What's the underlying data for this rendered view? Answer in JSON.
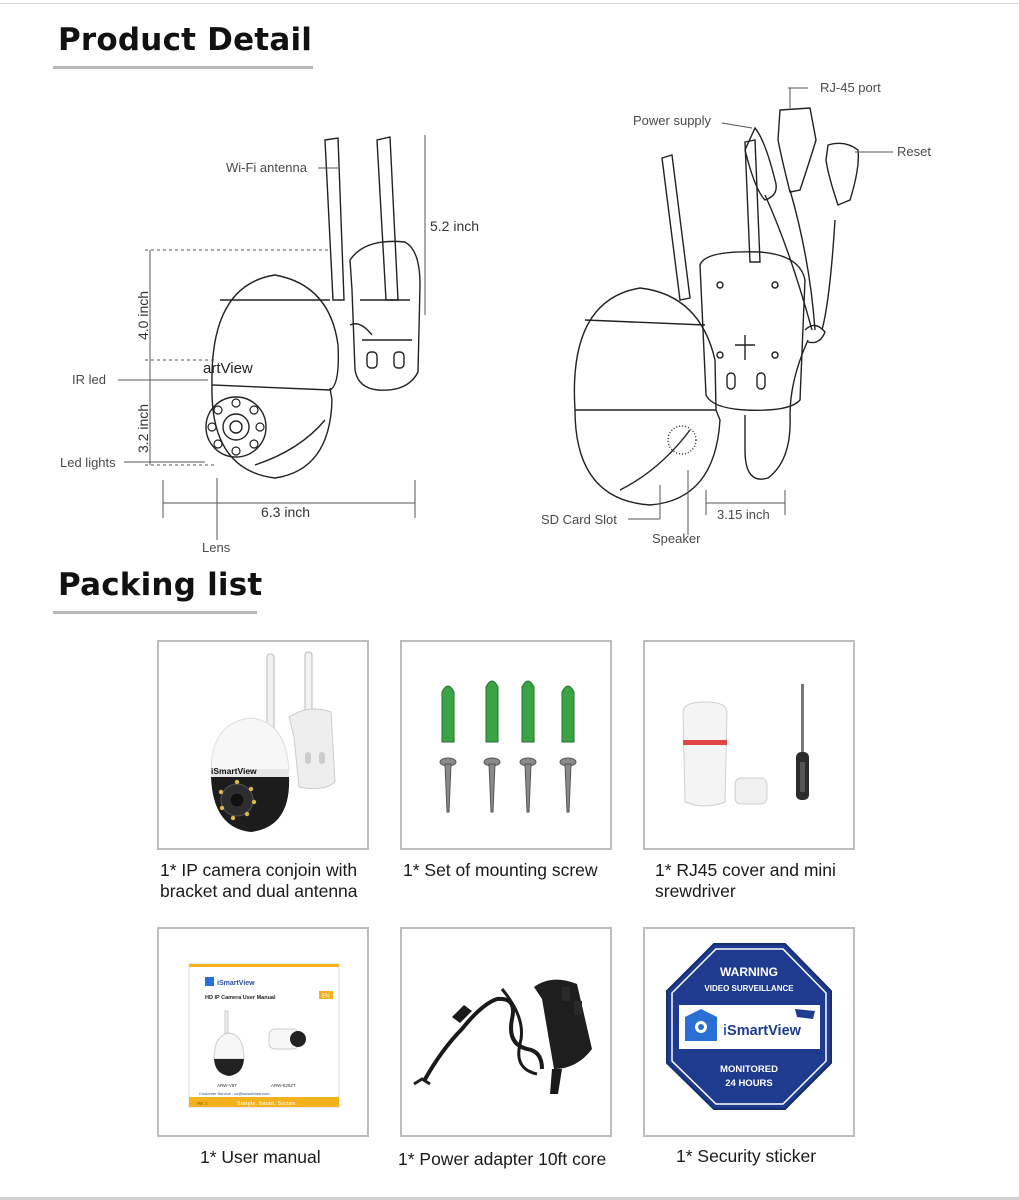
{
  "sections": {
    "product_detail_title": "Product Detail",
    "packing_list_title": "Packing list"
  },
  "diagram_labels": {
    "wifi_antenna": "Wi-Fi antenna",
    "height_top": "5.2 inch",
    "height_upper": "4.0 inch",
    "height_lower": "3.2 inch",
    "brand_partial": "artView",
    "ir_led": "IR led",
    "led_lights": "Led lights",
    "width": "6.3 inch",
    "lens": "Lens",
    "power_supply": "Power supply",
    "rj45_port": "RJ-45 port",
    "reset": "Reset",
    "sd_card_slot": "SD Card Slot",
    "speaker": "Speaker",
    "depth": "3.15 inch"
  },
  "packing_items": [
    {
      "line1": "1* IP camera conjoin with",
      "line2": "bracket and dual antenna"
    },
    {
      "line1": "1* Set of mounting screw",
      "line2": ""
    },
    {
      "line1": "1* RJ45 cover and mini",
      "line2": "srewdriver"
    },
    {
      "line1": "1* User manual",
      "line2": ""
    },
    {
      "line1": "1* Power adapter 10ft core",
      "line2": ""
    },
    {
      "line1": "1* Security sticker",
      "line2": ""
    }
  ],
  "camera_brand": "iSmartView",
  "manual": {
    "brand": "iSmartView",
    "title": "HD IP Camera User Manual",
    "lang": "EN",
    "model_a": "ARW-V8T",
    "model_b": "ARW-825ZT",
    "customer_service": "Customer Service : cs@ismartview.com",
    "ver": "Ver. 1",
    "slogan": "Simple. Smart. Secure."
  },
  "sticker": {
    "warning": "WARNING",
    "subtitle": "VIDEO SURVEILLANCE",
    "brand_i": "i",
    "brand_rest": "SmartView",
    "monitored": "MONITORED",
    "hours": "24 HOURS"
  },
  "colors": {
    "sticker_blue": "#1f3b8f",
    "anchor_green": "#3aa346",
    "manual_yellow": "#f2b21c",
    "heading_bar": "#b9b9b9"
  }
}
